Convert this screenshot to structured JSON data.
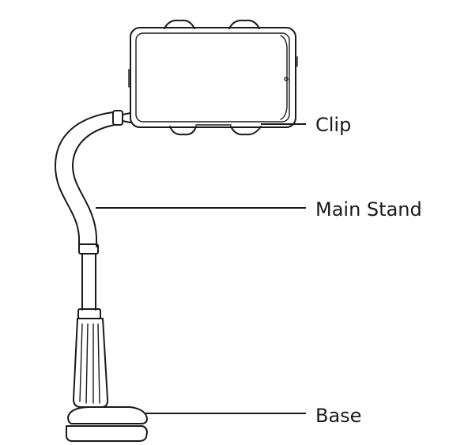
{
  "labels": {
    "clip": "Clip",
    "main_stand": "Main Stand",
    "base": "Base"
  },
  "colors": {
    "line": "#1a1a1a",
    "background": "#ffffff"
  }
}
